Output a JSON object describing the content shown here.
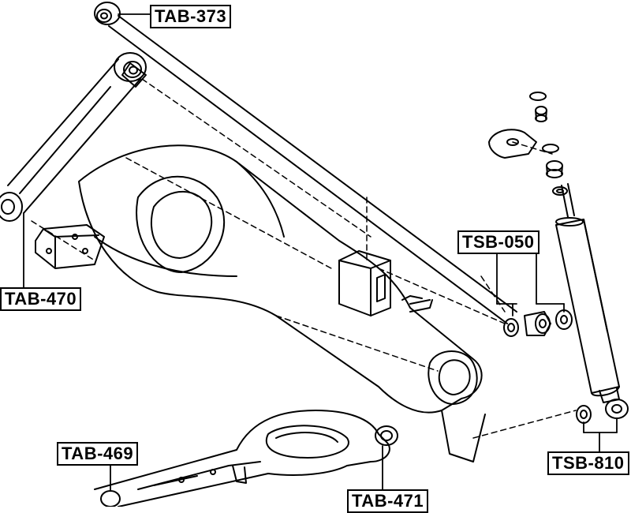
{
  "labels": {
    "tab_373": "TAB-373",
    "tab_470": "TAB-470",
    "tsb_050": "TSB-050",
    "tab_469": "TAB-469",
    "tab_471": "TAB-471",
    "tsb_810": "TSB-810"
  },
  "colors": {
    "line": "#000000",
    "background": "#ffffff"
  }
}
